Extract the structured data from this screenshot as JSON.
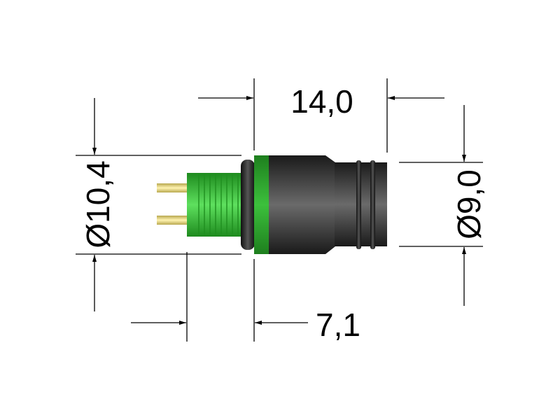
{
  "dimensions": {
    "overall_length": "14,0",
    "flange_diameter": "Ø10,4",
    "body_diameter": "Ø9,0",
    "insert_length": "7,1"
  },
  "colors": {
    "insert_green": "#33b833",
    "band_green": "#2aa52a",
    "body_black": "#2a2a2a",
    "pin_gold": "#e8d98a"
  }
}
